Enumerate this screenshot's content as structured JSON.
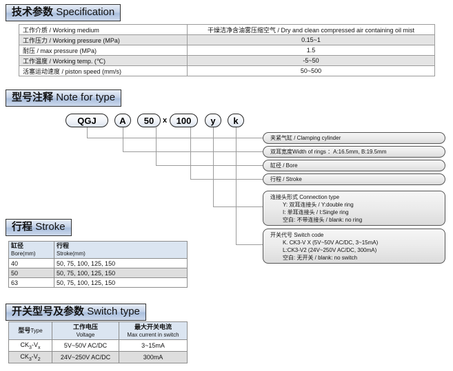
{
  "sections": {
    "spec_title_cn": "技术参数",
    "spec_title_en": "Specification",
    "note_title_cn": "型号注释",
    "note_title_en": "Note for type",
    "stroke_title_cn": "行程",
    "stroke_title_en": "Stroke",
    "switch_title_cn": "开关型号及参数",
    "switch_title_en": "Switch type"
  },
  "spec_table": {
    "rows": [
      {
        "key": "工作介质 / Working medium",
        "value": "干燥洁净含油雾压缩空气 / Dry and clean compressed air containing oil mist"
      },
      {
        "key": "工作压力 / Working pressure (MPa)",
        "value": "0.15~1"
      },
      {
        "key": "耐压 / max pressure (MPa)",
        "value": "1.5"
      },
      {
        "key": "工作温度 / Working temp. (℃)",
        "value": "-5~50"
      },
      {
        "key": "活塞运动速度 / piston speed (mm/s)",
        "value": "50~500"
      }
    ]
  },
  "model_code": {
    "bubbles": [
      {
        "label": "QGJ"
      },
      {
        "label": "A"
      },
      {
        "label": "50"
      },
      {
        "label": "100"
      },
      {
        "label": "y"
      },
      {
        "label": "k"
      }
    ],
    "separator": "x",
    "callouts": [
      {
        "text": "夹紧气缸 / Clamping cylinder"
      },
      {
        "text": "双耳宽度Width of rings ：A:16.5mm, B:19.5mm"
      },
      {
        "text": "缸径 / Bore"
      },
      {
        "text": "行程 / Stroke"
      }
    ],
    "connection_type": {
      "title": "连接头形式 Connection type",
      "lines": [
        "Y: 双耳连接头 / Y:double ring",
        "I: 单耳连接头 / I:Single ring",
        "空白: 不带连接头 / blank: no ring"
      ]
    },
    "switch_code": {
      "title": "开关代号 Switch code",
      "lines": [
        "K. CK3-V X (5V~50V AC/DC, 3~15mA)",
        "L:CK3-V2 (24V~250V AC/DC, 300mA)",
        "空白: 无开关 / blank: no switch"
      ]
    }
  },
  "stroke_table": {
    "headers": [
      {
        "cn": "缸径",
        "en": "Bore(mm)"
      },
      {
        "cn": "行程",
        "en": "Stroke(mm)"
      }
    ],
    "rows": [
      {
        "bore": "40",
        "stroke": "50, 75, 100, 125, 150"
      },
      {
        "bore": "50",
        "stroke": "50, 75, 100, 125, 150"
      },
      {
        "bore": "63",
        "stroke": "50, 75, 100, 125, 150"
      }
    ]
  },
  "switch_table": {
    "headers": [
      {
        "cn": "型号",
        "en": "Type"
      },
      {
        "cn": "工作电压",
        "en": "Voltage"
      },
      {
        "cn": "最大开关电流",
        "en": "Max current in switch"
      }
    ],
    "rows": [
      {
        "type_main": "CK",
        "type_sub": "3",
        "type_tail": "-V",
        "type_sub2": "x",
        "voltage": "5V~50V AC/DC",
        "current": "3~15mA"
      },
      {
        "type_main": "CK",
        "type_sub": "3",
        "type_tail": "-V",
        "type_sub2": "2",
        "voltage": "24V~250V AC/DC",
        "current": "300mA"
      }
    ]
  }
}
